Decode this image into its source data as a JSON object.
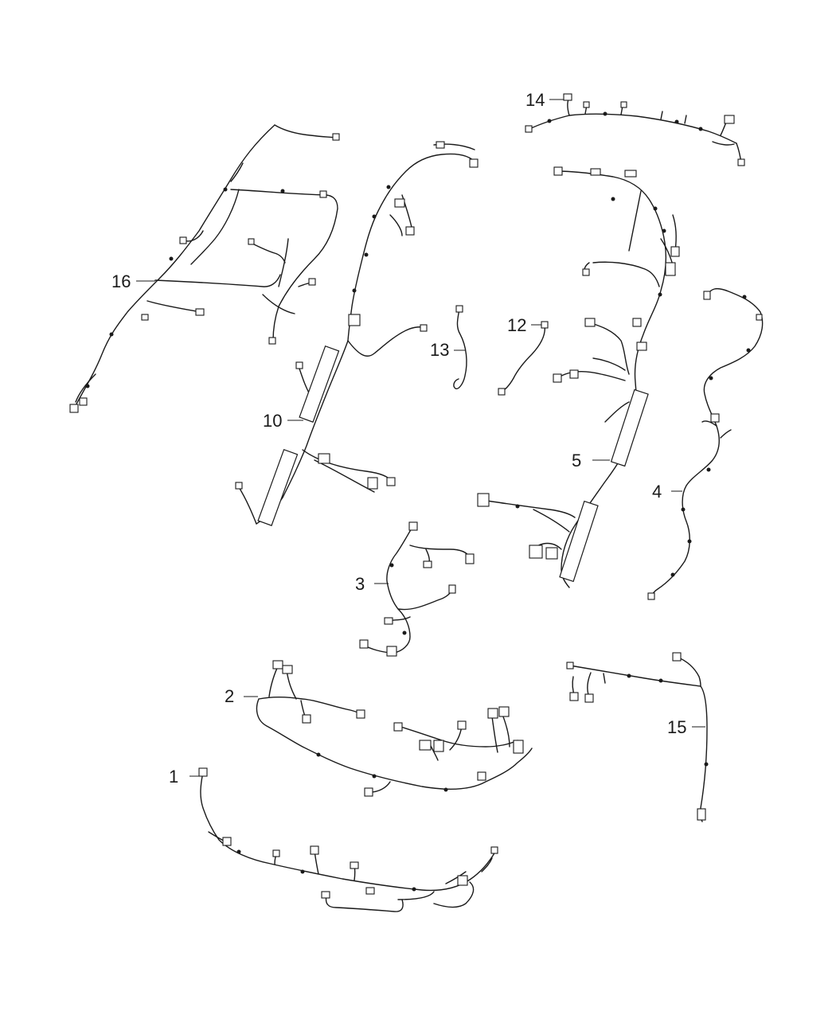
{
  "callouts": {
    "c1": "1",
    "c2": "2",
    "c3": "3",
    "c4": "4",
    "c5": "5",
    "c10": "10",
    "c12": "12",
    "c13": "13",
    "c14": "14",
    "c15": "15",
    "c16": "16"
  }
}
